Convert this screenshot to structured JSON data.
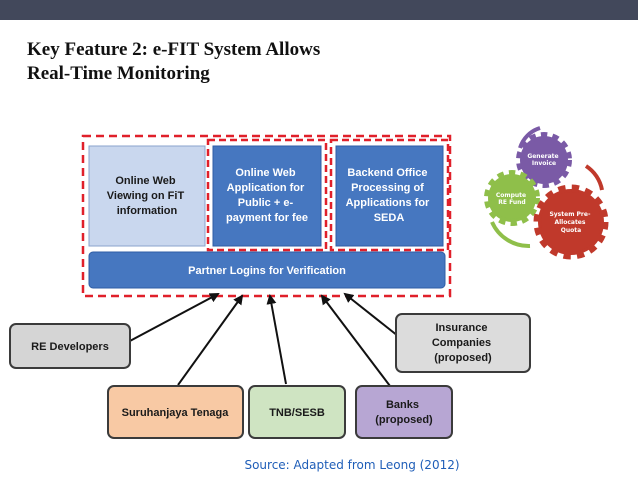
{
  "slide": {
    "title_line1": "Key Feature 2: e-FIT System Allows",
    "title_line2": "Real-Time Monitoring",
    "source": "Source: Adapted from Leong (2012)"
  },
  "system_boxes": {
    "online_viewing": [
      "Online Web",
      "Viewing on FiT",
      "information"
    ],
    "online_application": [
      "Online Web",
      "Application for",
      "Public + e-",
      "payment for fee"
    ],
    "backend_processing": [
      "Backend Office",
      "Processing of",
      "Applications for",
      "SEDA"
    ],
    "partner_logins": "Partner Logins for Verification"
  },
  "partners": {
    "re_developers": [
      "RE Developers"
    ],
    "suruhanjaya": [
      "Suruhanjaya Tenaga"
    ],
    "tnb_sesb": [
      "TNB/SESB"
    ],
    "banks": [
      "Banks",
      "(proposed)"
    ],
    "insurance": [
      "Insurance",
      "Companies",
      "(proposed)"
    ]
  },
  "gears": {
    "generate": [
      "Generate",
      "Invoice"
    ],
    "compute": [
      "Compute",
      "RE Fund"
    ],
    "allocate": [
      "System Pre-",
      "Allocates",
      "Quota"
    ]
  },
  "colors": {
    "light_blue_box": "#c9d7ee",
    "blue_box": "#4677c0",
    "dashed_red": "#e0202a",
    "re_dev_gray": "#d5d5d5",
    "suruhanjaya_peach": "#f8c9a4",
    "tnb_green": "#cfe4c2",
    "banks_purple": "#b7a6d3",
    "insurance_gray": "#dcdcdc",
    "gear_purple": "#7a5aa6",
    "gear_green": "#8fbf4a",
    "gear_red": "#c0392b"
  }
}
